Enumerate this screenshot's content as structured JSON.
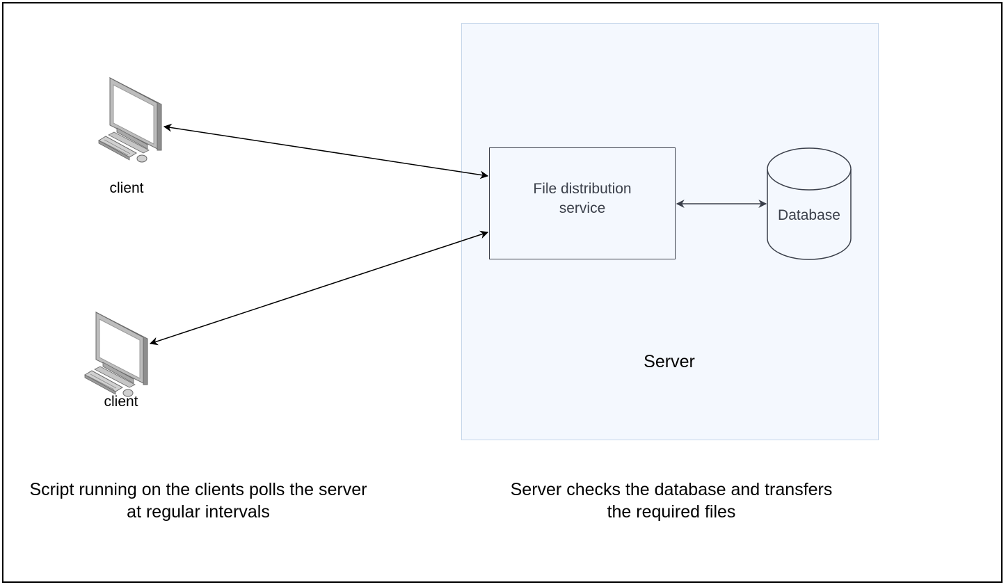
{
  "nodes": {
    "server_label": "Server",
    "service_label": "File distribution service",
    "database_label": "Database",
    "client_top_label": "client",
    "client_bottom_label": "client"
  },
  "captions": {
    "left": "Script  running on the clients polls the server at regular intervals",
    "right": "Server checks the database and transfers the required files"
  },
  "colors": {
    "server_fill": "#f4f8fe",
    "server_border": "#c5d6ea",
    "box_stroke": "#3a3f4a",
    "arrow": "#000000"
  },
  "icons": {
    "client": "desktop-computer-icon",
    "database": "database-cylinder-icon"
  }
}
